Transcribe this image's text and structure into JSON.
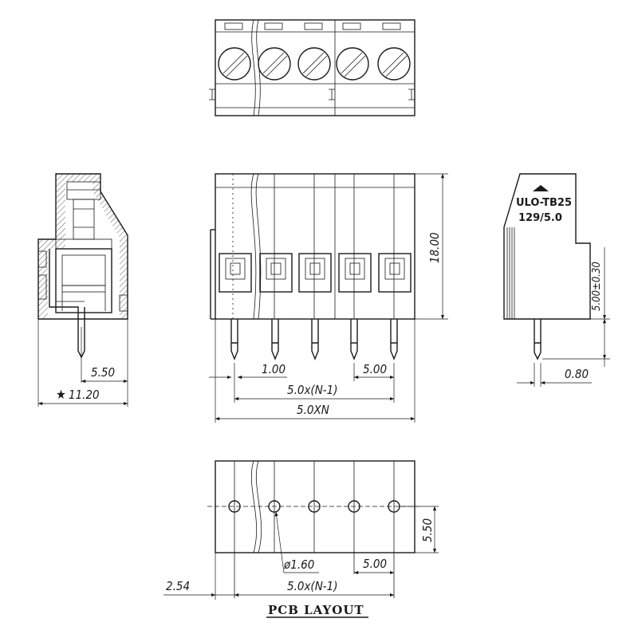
{
  "drawing": {
    "part_label_line1": "ULO-TB25",
    "part_label_line2": "129/5.0",
    "pcb_title": "PCB  LAYOUT"
  },
  "dimensions": {
    "side_pin_offset": "5.50",
    "side_depth": "11.20",
    "side_depth_mark": "★",
    "pin_width": "1.00",
    "pitch_front": "5.00",
    "span_front": "5.0x(N-1)",
    "total_front": "5.0XN",
    "height": "18.00",
    "right_pin_length": "5.00±0.30",
    "right_pin_thickness": "0.80",
    "pcb_row_offset": "5.50",
    "pcb_hole": "ø1.60",
    "pcb_pitch": "5.00",
    "pcb_span": "5.0x(N-1)",
    "pcb_edge": "2.54"
  },
  "counts": {
    "poles_shown": 5
  },
  "colors": {
    "line": "#1a1a1a",
    "background": "#ffffff"
  }
}
